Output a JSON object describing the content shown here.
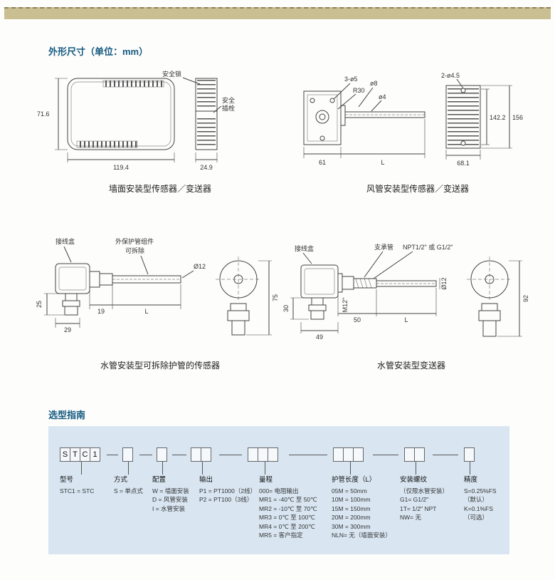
{
  "sections": {
    "dimensions_title": "外形尺寸（单位：mm）",
    "selection_title": "选型指南"
  },
  "wall_drawing": {
    "caption": "墙面安装型传感器／变送器",
    "label_safety_lock": "安全锁",
    "label_safety_pin_1": "安全",
    "label_safety_pin_2": "插栓",
    "dim_height": "71.6",
    "dim_width": "119.4",
    "dim_depth": "24.9"
  },
  "duct_drawing": {
    "caption": "风管安装型传感器／变送器",
    "dim_holes": "3-ø5",
    "dim_r30": "R30",
    "dim_d8": "ø8",
    "dim_d4": "ø4",
    "dim_61": "61",
    "dim_L": "L",
    "dim_holes2": "2-ø4.5",
    "dim_142": "142.2",
    "dim_156": "156",
    "dim_681": "68.1"
  },
  "pipe_sensor_drawing": {
    "caption": "水管安装型可拆除护管的传感器",
    "label_junction_box": "接线盒",
    "label_removable_1": "外保护管组件",
    "label_removable_2": "可拆除",
    "dim_25": "25",
    "dim_29": "29",
    "dim_19": "19",
    "dim_L": "L",
    "dim_d12": "Ø12",
    "dim_75": "75"
  },
  "pipe_transmitter_drawing": {
    "caption": "水管安装型变送器",
    "label_junction_box": "接线盒",
    "label_support_tube": "支承管",
    "label_thread": "NPT1/2\" 或 G1/2\"",
    "label_m12": "M12\"",
    "dim_30": "30",
    "dim_49": "49",
    "dim_50": "50",
    "dim_L": "L",
    "dim_d12": "Ø12",
    "dim_92": "92"
  },
  "selection": {
    "code_chars": [
      "S",
      "T",
      "C",
      "1"
    ],
    "columns": [
      {
        "title": "型号",
        "lines": [
          "STC1 = STC"
        ]
      },
      {
        "title": "方式",
        "lines": [
          "S = 单点式"
        ]
      },
      {
        "title": "配置",
        "lines": [
          "W = 墙面安装",
          "D = 风管安装",
          "I = 水管安装"
        ]
      },
      {
        "title": "输出",
        "lines": [
          "P1 = PT1000（2线）",
          "P2 = PT100（3线）"
        ]
      },
      {
        "title": "量程",
        "lines": [
          "000= 电阻输出",
          "MR1 = -40℃ 至 50℃",
          "MR2 = -10℃ 至 70℃",
          "MR3 = 0℃ 至 100℃",
          "MR4 = 0℃ 至 200℃",
          "MR5 = 客户指定"
        ]
      },
      {
        "title": "护管长度（L）",
        "lines": [
          "05M = 50mm",
          "10M = 100mm",
          "15M = 150mm",
          "20M = 200mm",
          "30M = 300mm",
          "NLN= 无（墙面安装）"
        ]
      },
      {
        "title": "安装螺纹",
        "subtitle": "（仅限水管安装）",
        "lines": [
          "G1= G1/2\"",
          "1T= 1/2\" NPT",
          "NW= 无"
        ]
      },
      {
        "title": "精度",
        "lines": [
          "S=0.25%FS",
          "（默认）",
          "K=0.1%FS",
          "（可选）"
        ]
      }
    ]
  }
}
